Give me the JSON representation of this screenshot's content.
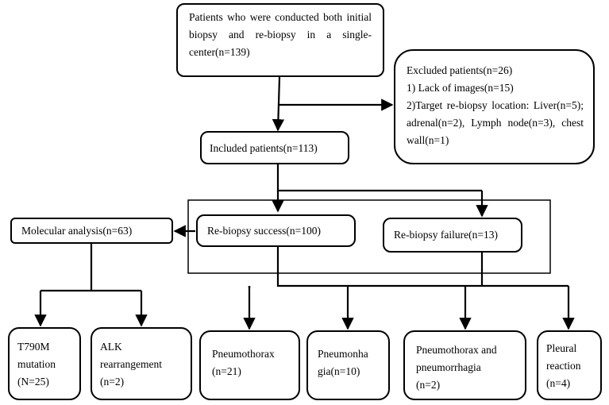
{
  "flowchart": {
    "start_box": "Patients who were conducted both initial biopsy and re-biopsy in a single-center(n=139)",
    "excluded_box": {
      "title": "Excluded patients(n=26)",
      "line1": "1) Lack of images(n=15)",
      "line2": "2)Target re-biopsy location: Liver(n=5); adrenal(n=2), Lymph node(n=3), chest wall(n=1)"
    },
    "included_box": "Included patients(n=113)",
    "success_box": "Re-biopsy success(n=100)",
    "failure_box": "Re-biopsy failure(n=13)",
    "molecular_box": "Molecular analysis(n=63)",
    "outcomes": {
      "t790m": "T790M\nmutation\n(N=25)",
      "alk": "ALK\nrearrangement\n(n=2)",
      "pneumothorax": "Pneumothorax\n(n=21)",
      "pneumorrhagia": "Pneumonha\ngia(n=10)",
      "pneumothorax_and_pneumorrhagia": "Pneumothorax and\npneumorrhagia\n(n=2)",
      "pleural_reaction": "Pleural\nreaction\n(n=4)"
    }
  }
}
